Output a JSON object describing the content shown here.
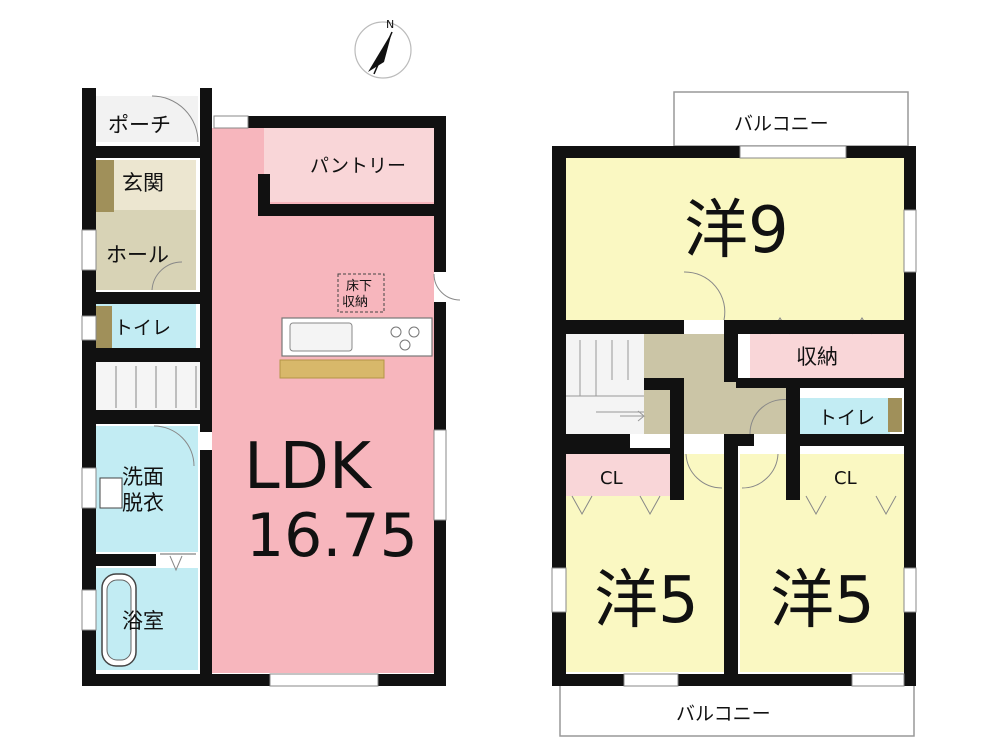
{
  "compass": {
    "north_label": "N"
  },
  "floor1": {
    "porch": "ポーチ",
    "entrance": "玄関",
    "hall": "ホール",
    "toilet": "トイレ",
    "pantry": "パントリー",
    "underfloor_storage": [
      "床下",
      "収納"
    ],
    "ldk_name": "LDK",
    "ldk_size": "16.75",
    "washroom": [
      "洗面",
      "脱衣"
    ],
    "bathroom": "浴室"
  },
  "floor2": {
    "balcony_top": "バルコニー",
    "balcony_bottom": "バルコニー",
    "room_large": "洋9",
    "storage": "収納",
    "toilet": "トイレ",
    "closet_left": "CL",
    "closet_right": "CL",
    "room_left": "洋5",
    "room_right": "洋5"
  },
  "colors": {
    "ldk": "#f7b6bd",
    "pantry": "#f9d6d8",
    "entrance": "#e8e2cc",
    "hall": "#d6d1b3",
    "wet_area": "#c2ecf3",
    "western_room": "#faf8c2",
    "stair_hall": "#cbc5a6",
    "wall": "#111111"
  }
}
